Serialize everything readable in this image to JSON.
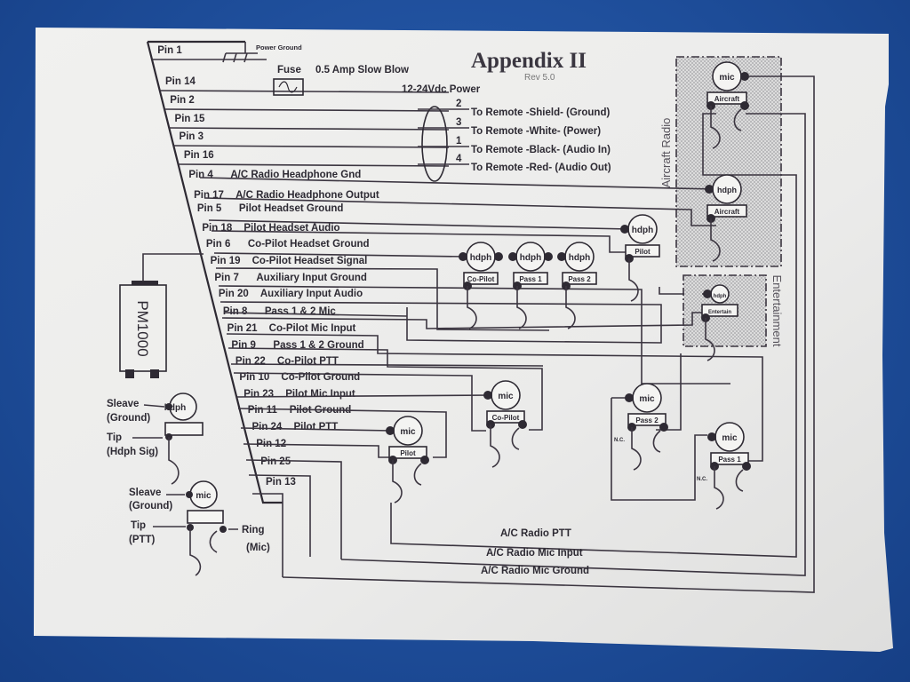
{
  "document": {
    "title": "Appendix II",
    "revision": "Rev 5.0",
    "device_name": "PM1000"
  },
  "power": {
    "power_ground_label": "Power Ground",
    "fuse_label": "Fuse",
    "fuse_rating": "0.5 Amp Slow Blow",
    "supply_label": "12-24Vdc Power"
  },
  "pins": [
    {
      "pin": "Pin 1",
      "function": ""
    },
    {
      "pin": "Pin 14",
      "function": ""
    },
    {
      "pin": "Pin 2",
      "function": ""
    },
    {
      "pin": "Pin 15",
      "function": ""
    },
    {
      "pin": "Pin 3",
      "function": ""
    },
    {
      "pin": "Pin 16",
      "function": ""
    },
    {
      "pin": "Pin 4",
      "function": "A/C Radio Headphone Gnd"
    },
    {
      "pin": "Pin 17",
      "function": "A/C Radio Headphone Output"
    },
    {
      "pin": "Pin 5",
      "function": "Pilot Headset Ground"
    },
    {
      "pin": "Pin 18",
      "function": "Pilot Headset Audio"
    },
    {
      "pin": "Pin 6",
      "function": "Co-Pilot Headset Ground"
    },
    {
      "pin": "Pin 19",
      "function": "Co-Pilot Headset Signal"
    },
    {
      "pin": "Pin 7",
      "function": "Auxiliary Input Ground"
    },
    {
      "pin": "Pin 20",
      "function": "Auxiliary Input Audio"
    },
    {
      "pin": "Pin 8",
      "function": "Pass 1 & 2 Mic"
    },
    {
      "pin": "Pin 21",
      "function": "Co-Pilot Mic Input"
    },
    {
      "pin": "Pin 9",
      "function": "Pass 1 & 2 Ground"
    },
    {
      "pin": "Pin 22",
      "function": "Co-Pilot PTT"
    },
    {
      "pin": "Pin 10",
      "function": "Co-Pilot Ground"
    },
    {
      "pin": "Pin 23",
      "function": "Pilot Mic Input"
    },
    {
      "pin": "Pin 11",
      "function": "Pilot Ground"
    },
    {
      "pin": "Pin 24",
      "function": "Pilot PTT"
    },
    {
      "pin": "Pin 12",
      "function": ""
    },
    {
      "pin": "Pin 25",
      "function": ""
    },
    {
      "pin": "Pin 13",
      "function": ""
    }
  ],
  "remote": {
    "wires": [
      {
        "number": "2",
        "label": "To Remote -Shield- (Ground)"
      },
      {
        "number": "3",
        "label": "To Remote -White- (Power)"
      },
      {
        "number": "1",
        "label": "To Remote -Black- (Audio In)"
      },
      {
        "number": "4",
        "label": "To Remote -Red- (Audio Out)"
      }
    ]
  },
  "aircraft_radio": {
    "section_label": "Aircraft Radio",
    "mic_jack": "mic",
    "mic_tag": "Aircraft",
    "hdph_jack": "hdph",
    "hdph_tag": "Aircraft"
  },
  "entertainment": {
    "section_label": "Entertainment",
    "jack": "hdph",
    "tag": "Entertain"
  },
  "headset_jacks": [
    {
      "jack": "hdph",
      "tag": "Pilot"
    },
    {
      "jack": "hdph",
      "tag": "Co-Pilot"
    },
    {
      "jack": "hdph",
      "tag": "Pass 1"
    },
    {
      "jack": "hdph",
      "tag": "Pass 2"
    }
  ],
  "mic_jacks": [
    {
      "jack": "mic",
      "tag": "Pilot"
    },
    {
      "jack": "mic",
      "tag": "Co-Pilot"
    },
    {
      "jack": "mic",
      "tag": "Pass 2",
      "nc": "N.C."
    },
    {
      "jack": "mic",
      "tag": "Pass 1",
      "nc": "N.C."
    }
  ],
  "legend": {
    "hdph": {
      "jack": "hdph",
      "sleeve": "Sleave",
      "sleeve_sub": "(Ground)",
      "tip": "Tip",
      "tip_sub": "(Hdph Sig)"
    },
    "mic": {
      "jack": "mic",
      "sleeve": "Sleave",
      "sleeve_sub": "(Ground)",
      "tip": "Tip",
      "tip_sub": "(PTT)",
      "ring": "Ring",
      "ring_sub": "(Mic)"
    }
  },
  "bottom_wires": [
    {
      "label": "A/C Radio PTT"
    },
    {
      "label": "A/C Radio Mic Input"
    },
    {
      "label": "A/C Radio Mic Ground"
    }
  ],
  "colors": {
    "background": "#1e4f9c",
    "paper": "#eeeeec",
    "ink": "#2e2a33"
  }
}
